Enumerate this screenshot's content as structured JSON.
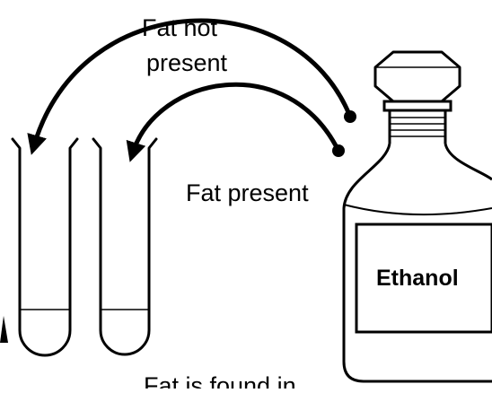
{
  "labels": {
    "fat_not_present_line1": "Fat not",
    "fat_not_present_line2": "present",
    "fat_present": "Fat present",
    "bottle_label": "Ethanol",
    "fat_is_found_in": "Fat is found in"
  },
  "colors": {
    "ink": "#000000",
    "background": "#ffffff"
  }
}
